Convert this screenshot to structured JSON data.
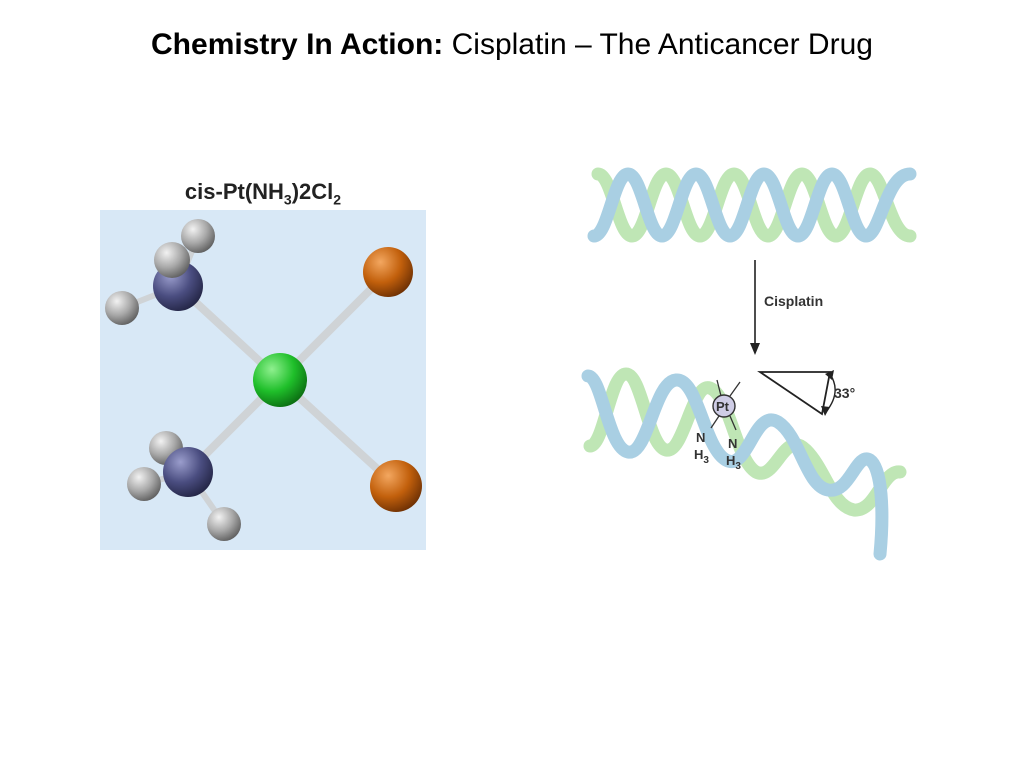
{
  "slide": {
    "title_bold": "Chemistry In Action:",
    "title_rest": "Cisplatin – The Anticancer Drug"
  },
  "molecule": {
    "caption": {
      "prefix": "cis-Pt(NH",
      "sub1": "3",
      "middle": ")2Cl",
      "sub2": "2"
    },
    "colors": {
      "background": "#d8e8f6",
      "platinum": "#1fbf2a",
      "nitrogen": "#4a4d80",
      "hydrogen": "#a8a8a8",
      "chlorine": "#c2600c",
      "bond": "#cfd3d6"
    }
  },
  "dna": {
    "arrow_label": "Cisplatin",
    "angle_label": "33°",
    "pt_label": "Pt",
    "amine_left_n": "N",
    "amine_left_h": "H",
    "amine_left_sub": "3",
    "amine_right_n": "N",
    "amine_right_h": "H",
    "amine_right_sub": "3",
    "colors": {
      "strand_blue": "#a9cfe3",
      "strand_green": "#bfe6b5",
      "pt_fill": "#cfcde6"
    }
  }
}
